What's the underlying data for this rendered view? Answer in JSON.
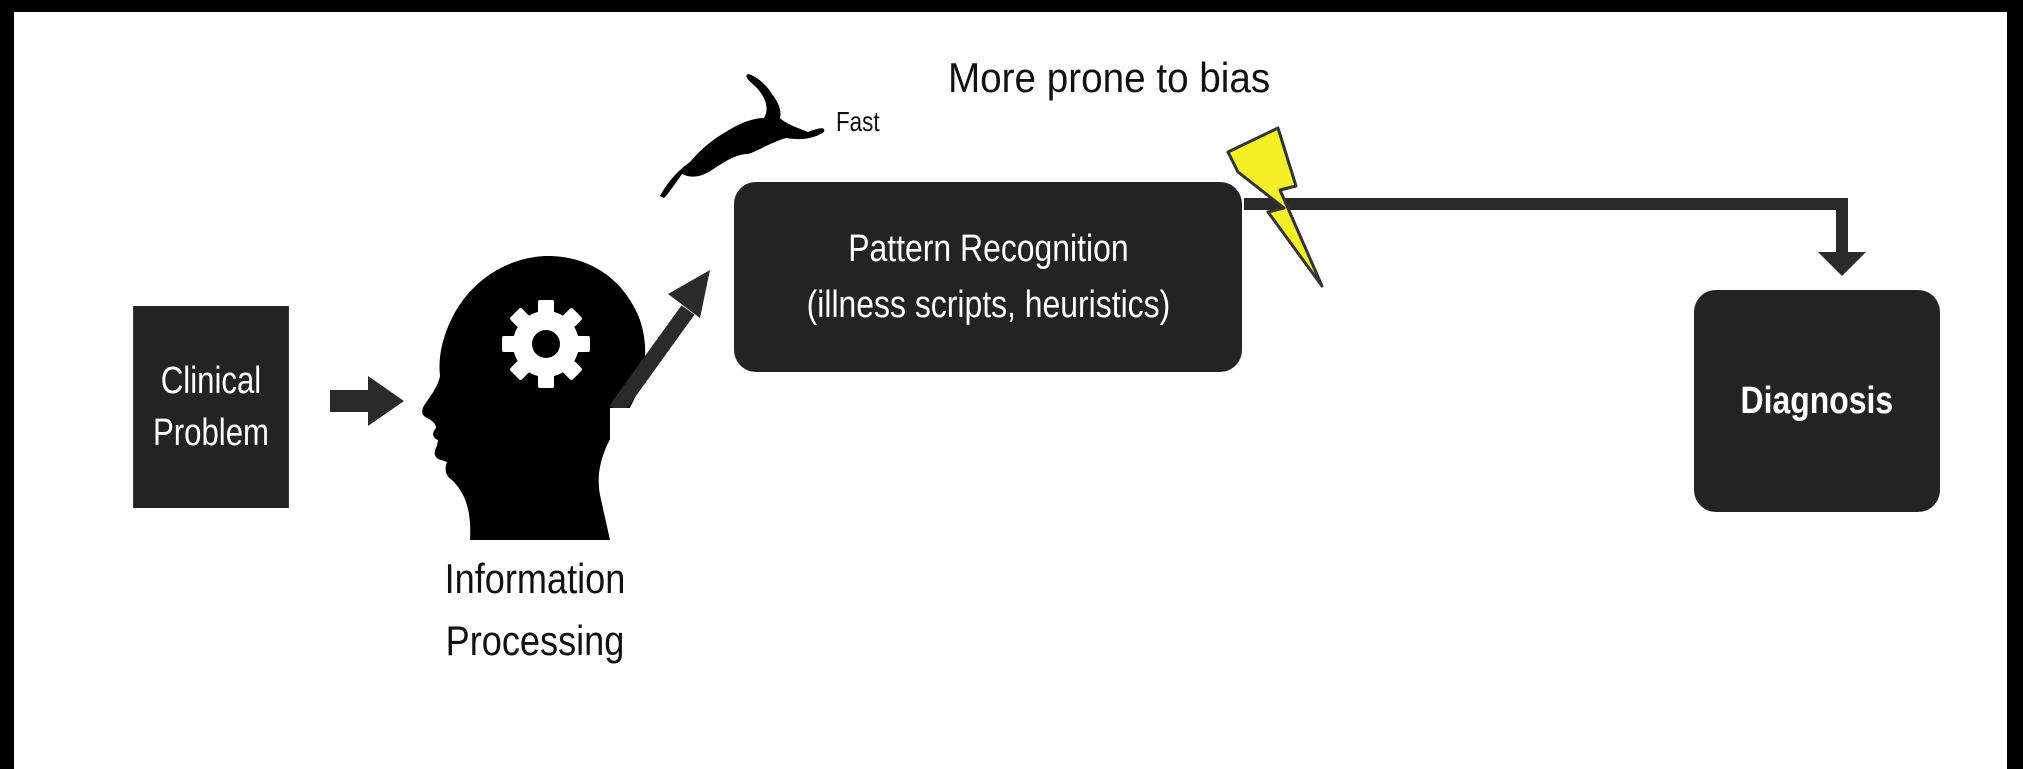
{
  "clinical_problem": {
    "line1": "Clinical",
    "line2": "Problem"
  },
  "information_processing": {
    "line1": "Information",
    "line2": "Processing"
  },
  "fast_label": "Fast",
  "bias_label": "More prone to bias",
  "pattern_recognition": {
    "line1": "Pattern Recognition",
    "line2": "(illness scripts, heuristics)"
  },
  "diagnosis_label": "Diagnosis",
  "icons": [
    "head-gear-icon",
    "rabbit-icon",
    "lightning-bolt-icon"
  ],
  "colors": {
    "box": "#232323",
    "bolt": "#f5ef2a",
    "arrow": "#2a2a2a"
  }
}
